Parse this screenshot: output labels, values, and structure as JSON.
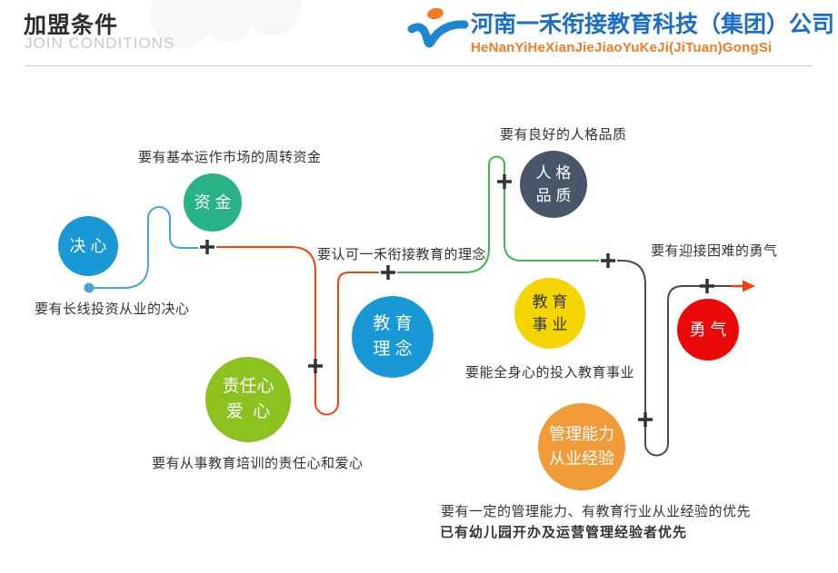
{
  "header": {
    "title": "加盟条件",
    "subtitle": "JOIN CONDITIONS"
  },
  "logo": {
    "company_name": "河南一禾衔接教育科技（集团）公司",
    "company_pinyin": "HeNanYiHeXianJieJiaoYuKeJi(JiTuan)GongSi",
    "brand_blue": "#1a6ec5",
    "brand_orange": "#f57b20"
  },
  "diagram": {
    "circles": [
      {
        "name": "determination",
        "line1": "决 心",
        "line2": "",
        "color": "#1899d5"
      },
      {
        "name": "funds",
        "line1": "资 金",
        "line2": "",
        "color": "#2ab287"
      },
      {
        "name": "responsibility-love",
        "line1": "责任心",
        "line2": "爱  心",
        "color": "#8cc21f"
      },
      {
        "name": "education-philosophy",
        "line1": "教 育",
        "line2": "理 念",
        "color": "#1899d5"
      },
      {
        "name": "personality-quality",
        "line1": "人 格",
        "line2": "品 质",
        "color": "#48566a"
      },
      {
        "name": "education-career",
        "line1": "教 育",
        "line2": "事 业",
        "color": "#f5d500",
        "text_color": "#333333"
      },
      {
        "name": "management-experience",
        "line1": "管理能力",
        "line2": "从业经验",
        "color": "#f09a38"
      },
      {
        "name": "courage",
        "line1": "勇 气",
        "line2": "",
        "color": "#ea0a0a"
      }
    ],
    "captions": [
      {
        "name": "funds",
        "text": "要有基本运作市场的周转资金"
      },
      {
        "name": "determination",
        "text": "要有长线投资从业的决心"
      },
      {
        "name": "responsibility",
        "text": "要有从事教育培训的责任心和爱心"
      },
      {
        "name": "philosophy",
        "text": "要认可一禾衔接教育的理念"
      },
      {
        "name": "personality",
        "text": "要有良好的人格品质"
      },
      {
        "name": "career",
        "text": "要能全身心的投入教育事业"
      },
      {
        "name": "courage",
        "text": "要有迎接困难的勇气"
      },
      {
        "name": "management1",
        "text": "要有一定的管理能力、有教育行业从业经验的优先"
      },
      {
        "name": "management2",
        "text": "已有幼儿园开办及运营管理经验者优先"
      }
    ],
    "colors": {
      "path_blue": "#4aa3d8",
      "path_red": "#f4420c",
      "path_green": "#3eb94d",
      "path_dark": "#4a4a4a",
      "plus": "#333333",
      "arrow": "#f4420c"
    }
  }
}
